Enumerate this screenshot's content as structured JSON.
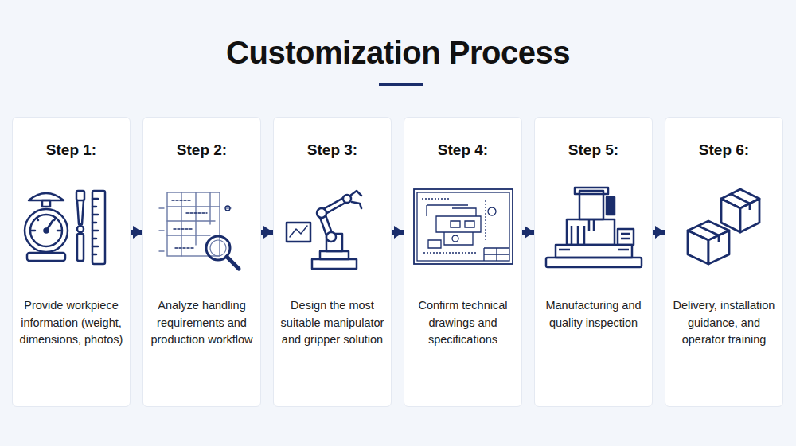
{
  "diagram": {
    "title": "Customization Process",
    "nodes": [
      {
        "text": [
          "Step 1:",
          "Provide workpiece information (weight, dimensions, photos)"
        ]
      },
      {
        "text": [
          "Step 2:",
          "Analyze handling requirements and production workflow"
        ]
      },
      {
        "text": [
          "Step 3:",
          "Design the most suitable manipulator and gripper solution"
        ]
      },
      {
        "text": [
          "Step 4:",
          "Confirm technical drawings and specifications"
        ]
      },
      {
        "text": [
          "Step 5:",
          "Manufacturing and quality inspection"
        ]
      },
      {
        "text": [
          "Step 6:",
          "Delivery, installation guidance, and operator training"
        ]
      }
    ],
    "edges": [
      {
        "from": 0,
        "to": 1,
        "arrow": "to"
      },
      {
        "from": 1,
        "to": 2,
        "arrow": "to"
      },
      {
        "from": 2,
        "to": 3,
        "arrow": "to"
      },
      {
        "from": 3,
        "to": 4,
        "arrow": "to"
      },
      {
        "from": 4,
        "to": 5,
        "arrow": "to"
      }
    ]
  }
}
